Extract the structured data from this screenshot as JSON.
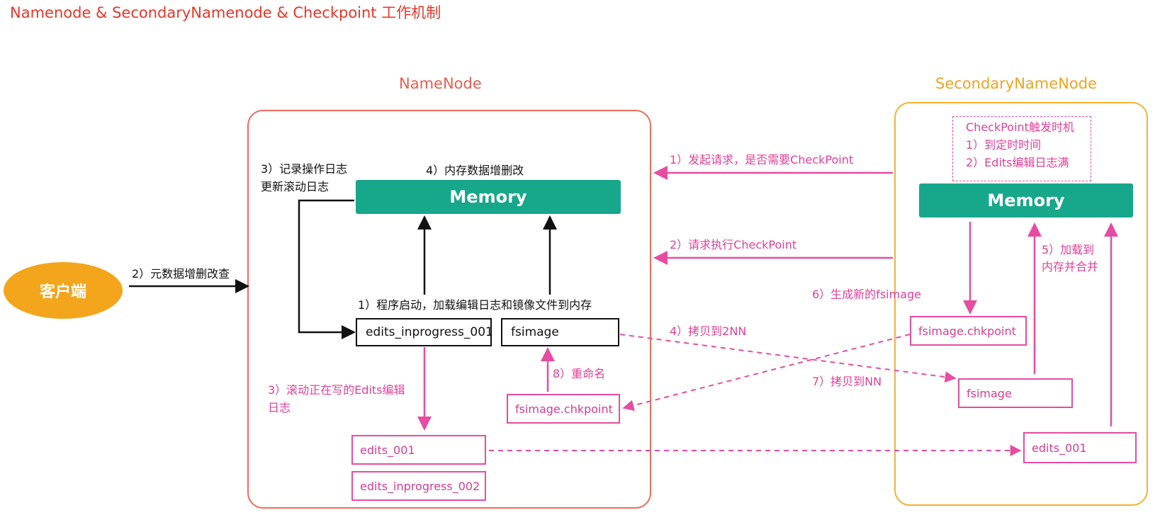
{
  "title": "Namenode & SecondaryNamenode & Checkpoint 工作机制",
  "namenode": {
    "label": "NameNode",
    "memory_label": "Memory",
    "edits_inprogress_001": "edits_inprogress_001",
    "fsimage": "fsimage",
    "fsimage_chkpoint": "fsimage.chkpoint",
    "edits_001": "edits_001",
    "edits_inprogress_002": "edits_inprogress_002",
    "step1_load": "1）程序启动，加载编辑日志和镜像文件到内存",
    "step3_record_line1": "3）记录操作日志",
    "step3_record_line2": "更新滚动日志",
    "step4_memory": "4）内存数据增删改",
    "step3_roll_line1": "3）滚动正在写的Edits编辑",
    "step3_roll_line2": "日志",
    "step8_rename": "8）重命名"
  },
  "secondary": {
    "label": "SecondaryNameNode",
    "memory_label": "Memory",
    "trigger_title": "CheckPoint触发时机",
    "trigger_item1": "1）到定时时间",
    "trigger_item2": "2）Edits编辑日志满",
    "fsimage_chkpoint": "fsimage.chkpoint",
    "fsimage": "fsimage",
    "edits_001": "edits_001",
    "step5_line1": "5）加载到",
    "step5_line2": "内存并合并",
    "step6": "6）生成新的fsimage"
  },
  "client": {
    "label": "客户端",
    "step2": "2）元数据增删改查"
  },
  "arrows": {
    "request_checkpoint": "1）发起请求，是否需要CheckPoint",
    "execute_checkpoint": "2）请求执行CheckPoint",
    "copy_to_2nn": "4）拷贝到2NN",
    "copy_to_nn": "7）拷贝到NN"
  },
  "colors": {
    "title": "#e8362a",
    "namenode_border": "#ef6b5c",
    "secondary_border": "#f6b133",
    "memory": "#17a78b",
    "pink": "#e64ca1",
    "client": "#f3a51c"
  }
}
